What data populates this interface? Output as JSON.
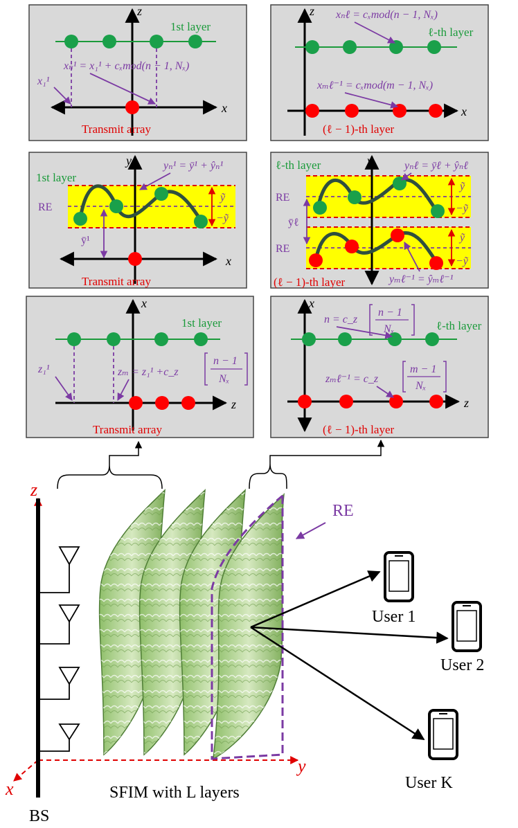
{
  "panels": {
    "p1": {
      "axis_v": "z",
      "axis_h": "x",
      "layer": "1st layer",
      "bottom": "Transmit array",
      "eq1": "x₁¹",
      "eq2": "xₙ¹ = x₁¹ + cₓmod(n − 1, Nₓ)"
    },
    "p2": {
      "axis_v": "z",
      "axis_h": "x",
      "layer": "ℓ-th layer",
      "bottom": "(ℓ − 1)-th layer",
      "eq1": "xₙℓ = cₓmod(n − 1, Nₓ)",
      "eq2": "xₘℓ⁻¹ = cₓmod(m − 1, Nₓ)"
    },
    "p3": {
      "axis_v": "y",
      "axis_h": "x",
      "layer": "1st layer",
      "re": "RE",
      "bottom": "Transmit array",
      "eq1": "yₙ¹ = ȳ¹ + ŷₙ¹",
      "ybar": "ȳ¹",
      "ytilde": "ỹ",
      "neg_ytilde": "−ỹ"
    },
    "p4": {
      "axis_v": "y",
      "layer": "ℓ-th layer",
      "re1": "RE",
      "re2": "RE",
      "ybar": "ȳℓ",
      "bottom": "(ℓ − 1)-th layer",
      "eq1": "yₙℓ = ȳℓ + ŷₙℓ",
      "eq2": "yₘℓ⁻¹ = ŷₘℓ⁻¹",
      "ytilde": "ỹ",
      "neg_ytilde": "−ỹ"
    },
    "p5": {
      "axis_v": "x",
      "axis_h": "z",
      "layer": "1st layer",
      "bottom": "Transmit array",
      "eq1": "z₁¹",
      "eq2a": "zₘ = z₁¹ +c_z",
      "eq2b": "n − 1",
      "eq2c": "Nₓ"
    },
    "p6": {
      "axis_v": "x",
      "axis_h": "z",
      "layer": "ℓ-th layer",
      "bottom": "(ℓ − 1)-th layer",
      "eq1a": "n = c_z",
      "eq1b": "n − 1",
      "eq1c": "Nₓ",
      "eq2a": "zₘℓ⁻¹ = c_z",
      "eq2b": "m − 1",
      "eq2c": "Nₓ"
    }
  },
  "scene": {
    "axis_z": "z",
    "axis_x": "x",
    "axis_y": "y",
    "re": "RE",
    "user1": "User 1",
    "user2": "User 2",
    "userK": "User K",
    "sfim": "SFIM with L layers",
    "bs": "BS"
  },
  "colors": {
    "green_dot": "#1aa04a",
    "red_dot": "#ff0000",
    "purple": "#7b3aa3",
    "surface_yellow": "#ffff00",
    "panel_gray": "#d9d9d9",
    "metasurface_green": "#b5d39a"
  }
}
